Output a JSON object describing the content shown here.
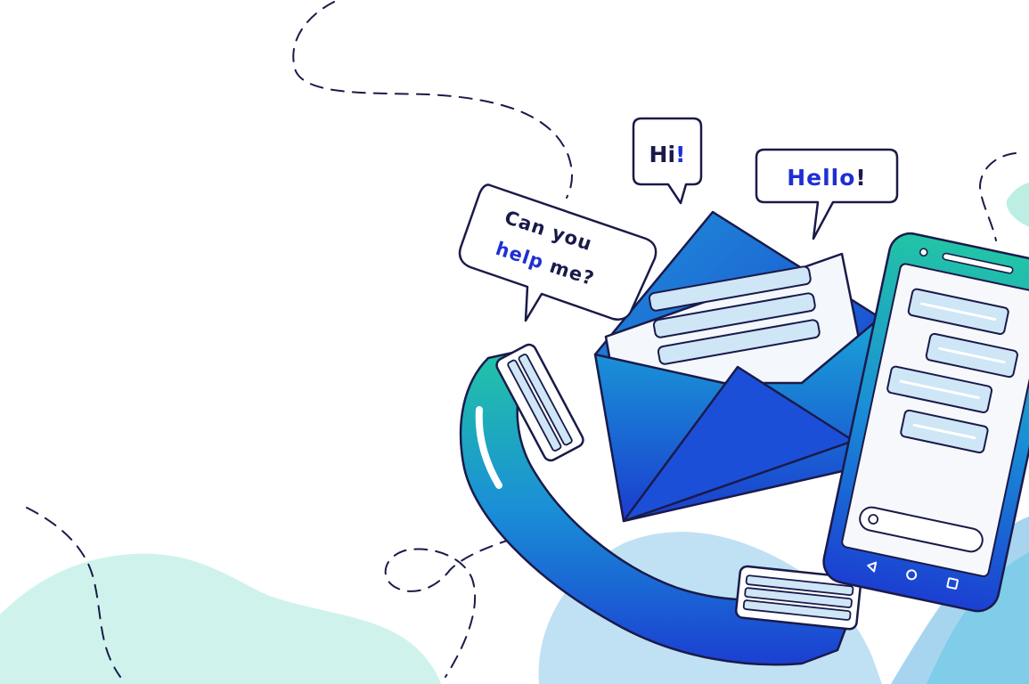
{
  "bubbles": {
    "hi": {
      "word": "Hi",
      "mark": "!"
    },
    "hello": {
      "word": "Hello",
      "mark": "!"
    },
    "help": {
      "line1": "Can you",
      "line2_accent": "help",
      "line2_rest": " me?"
    }
  },
  "icons": {
    "phone": "phone-handset-icon",
    "envelope": "open-envelope-icon",
    "smartphone": "smartphone-icon"
  },
  "colors": {
    "ink": "#1a1a4a",
    "accent": "#1f2fd4",
    "teal": "#22c4a6",
    "blue": "#1a4fd6",
    "sky": "#bfe1f3",
    "mint": "#cff3ec",
    "slot": "#cfe6f6"
  }
}
